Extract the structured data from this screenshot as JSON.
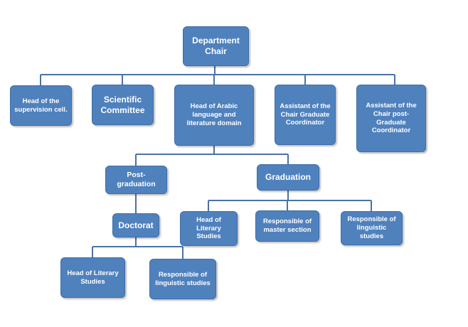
{
  "colors": {
    "box_fill": "#4f81bd",
    "connector": "#4a72a8",
    "text": "#ffffff"
  },
  "nodes": {
    "chair": "Department\nChair",
    "supervision": "Head of the\nsupervision cell.",
    "scientific": "Scientific\nCommittee",
    "arabic": "Head of Arabic\nlanguage and\nliterature domain",
    "assistant_grad": "Assistant of the\nChair Graduate\nCoordinator",
    "assistant_postgrad": "Assistant of the\nChair post-\nGraduate\nCoordinator",
    "postgraduation": "Post-\ngraduation",
    "graduation": "Graduation",
    "doctorat": "Doctorat",
    "doc_literary": "Head of Literary\nStudies",
    "doc_linguistic": "Responsible of\nlinguistic studies",
    "grad_literary": "Head of Literary\nStudies",
    "grad_master": "Responsible of\nmaster section",
    "grad_linguistic": "Responsible of\nlinguistic studies"
  }
}
